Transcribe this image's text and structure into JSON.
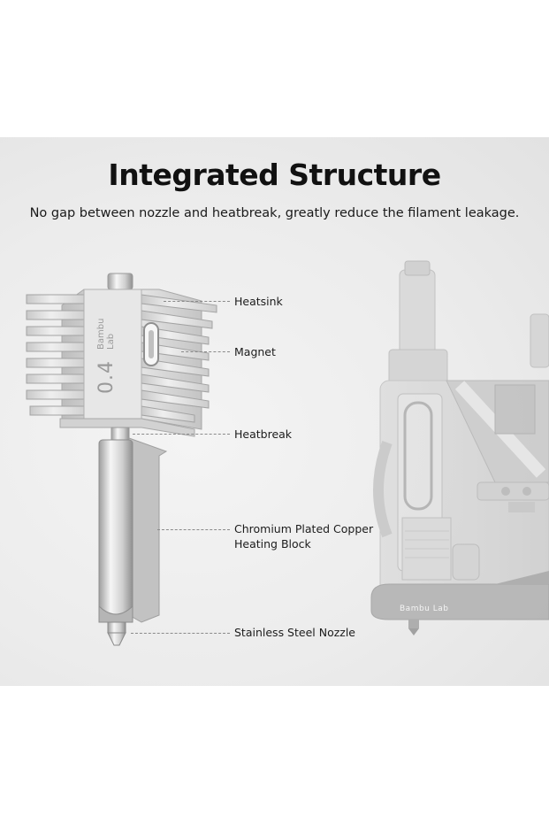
{
  "title": "Integrated Structure",
  "subtitle": "No gap between nozzle and heatbreak, greatly reduce the filament leakage.",
  "product_marking": {
    "size": "0.4",
    "brand": "Bambu Lab"
  },
  "printer_brand": "Bambu Lab",
  "callouts": [
    {
      "id": "heatsink",
      "label": "Heatsink"
    },
    {
      "id": "magnet",
      "label": "Magnet"
    },
    {
      "id": "heatbreak",
      "label": "Heatbreak"
    },
    {
      "id": "heating-block",
      "label_line1": "Chromium Plated Copper",
      "label_line2": "Heating Block"
    },
    {
      "id": "nozzle",
      "label": "Stainless Steel Nozzle"
    }
  ],
  "colors": {
    "panel_bg": "#ececec",
    "text": "#111111",
    "metal": "#d6d6d6",
    "leader": "#8a8a8a"
  }
}
